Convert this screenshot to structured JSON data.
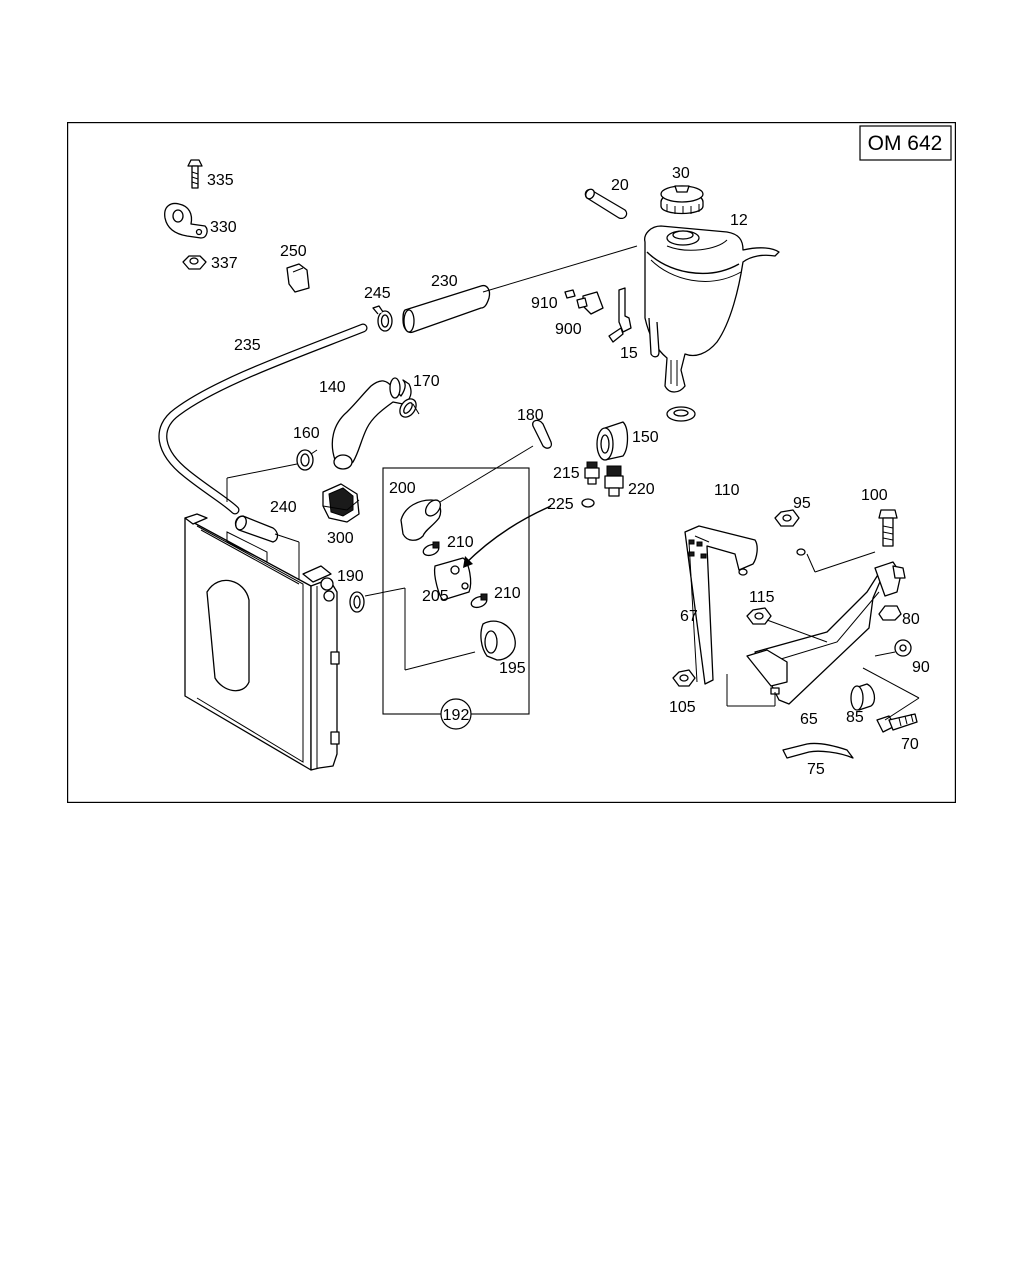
{
  "diagram": {
    "title_box": "OM 642",
    "labels": [
      {
        "id": "335",
        "text": "335"
      },
      {
        "id": "330",
        "text": "330"
      },
      {
        "id": "337",
        "text": "337"
      },
      {
        "id": "250",
        "text": "250"
      },
      {
        "id": "245",
        "text": "245"
      },
      {
        "id": "230",
        "text": "230"
      },
      {
        "id": "235",
        "text": "235"
      },
      {
        "id": "140",
        "text": "140"
      },
      {
        "id": "170",
        "text": "170"
      },
      {
        "id": "160",
        "text": "160"
      },
      {
        "id": "240",
        "text": "240"
      },
      {
        "id": "300",
        "text": "300"
      },
      {
        "id": "190",
        "text": "190"
      },
      {
        "id": "20",
        "text": "20"
      },
      {
        "id": "30",
        "text": "30"
      },
      {
        "id": "12",
        "text": "12"
      },
      {
        "id": "910",
        "text": "910"
      },
      {
        "id": "900",
        "text": "900"
      },
      {
        "id": "15",
        "text": "15"
      },
      {
        "id": "180",
        "text": "180"
      },
      {
        "id": "150",
        "text": "150"
      },
      {
        "id": "215",
        "text": "215"
      },
      {
        "id": "220",
        "text": "220"
      },
      {
        "id": "225",
        "text": "225"
      },
      {
        "id": "200",
        "text": "200"
      },
      {
        "id": "210a",
        "text": "210"
      },
      {
        "id": "205",
        "text": "205"
      },
      {
        "id": "210b",
        "text": "210"
      },
      {
        "id": "195",
        "text": "195"
      },
      {
        "id": "192",
        "text": "192"
      },
      {
        "id": "110",
        "text": "110"
      },
      {
        "id": "95",
        "text": "95"
      },
      {
        "id": "100",
        "text": "100"
      },
      {
        "id": "67",
        "text": "67"
      },
      {
        "id": "115",
        "text": "115"
      },
      {
        "id": "80",
        "text": "80"
      },
      {
        "id": "90",
        "text": "90"
      },
      {
        "id": "105",
        "text": "105"
      },
      {
        "id": "65",
        "text": "65"
      },
      {
        "id": "85",
        "text": "85"
      },
      {
        "id": "70",
        "text": "70"
      },
      {
        "id": "75",
        "text": "75"
      }
    ]
  }
}
